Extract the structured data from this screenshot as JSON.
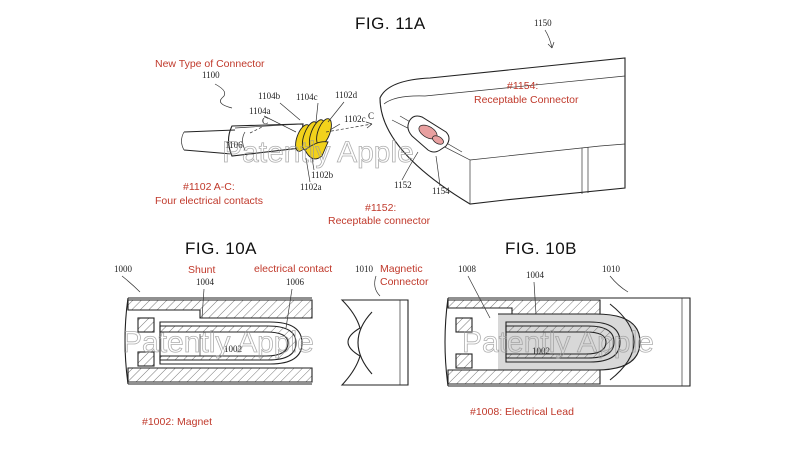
{
  "figures": {
    "fig11a": "FIG. 11A",
    "fig10a": "FIG. 10A",
    "fig10b": "FIG. 10B"
  },
  "annotations": {
    "new_connector": "New Type of Connector",
    "contacts_line1": "#1102 A-C:",
    "contacts_line2": "Four electrical contacts",
    "receptable_upper_line1": "#1154:",
    "receptable_upper_line2": "Receptable Connector",
    "receptable_lower_line1": "#1152:",
    "receptable_lower_line2": "Receptable connector",
    "shunt": "Shunt",
    "electrical_contact": "electrical contact",
    "magnetic_line1": "Magnetic",
    "magnetic_line2": "Connector",
    "magnet": "#1002: Magnet",
    "electrical_lead": "#1008: Electrical Lead"
  },
  "reference_numbers": {
    "n1100": "1100",
    "n1104b": "1104b",
    "n1104c": "1104c",
    "n1102d": "1102d",
    "n1104a": "1104a",
    "n1102c": "1102c",
    "c1": "C",
    "c2": "C",
    "n1106": "1106",
    "n1102b": "1102b",
    "n1102a": "1102a",
    "n1150": "1150",
    "n1152": "1152",
    "n1154": "1154",
    "n1000": "1000",
    "n1004a": "1004",
    "n1006": "1006",
    "n1002a": "1002",
    "n1010a": "1010",
    "n1008": "1008",
    "n1004b": "1004",
    "n1010b": "1010",
    "n1002b": "1002"
  },
  "watermark": "Patently Apple",
  "colors": {
    "annotation_red": "#c0392b",
    "contact_yellow": "#f2d21b",
    "receptacle_pink": "#e8a0a0",
    "line": "#222222"
  }
}
